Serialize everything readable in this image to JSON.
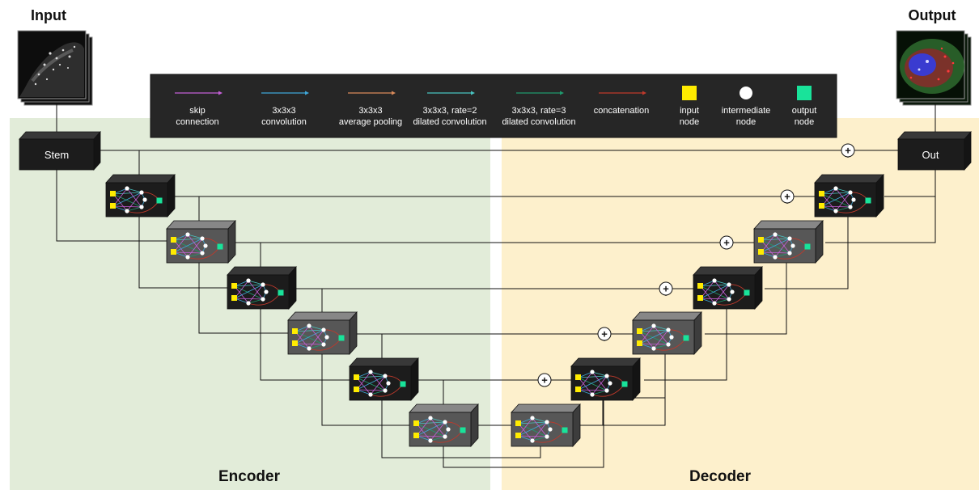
{
  "titles": {
    "input": "Input",
    "output": "Output"
  },
  "regions": {
    "encoder": "Encoder",
    "decoder": "Decoder"
  },
  "legend": {
    "items": [
      {
        "lines": [
          "skip",
          "connection"
        ],
        "color": "#c45fd6",
        "kind": "arrow"
      },
      {
        "lines": [
          "3x3x3",
          "convolution"
        ],
        "color": "#3fa7d8",
        "kind": "arrow"
      },
      {
        "lines": [
          "3x3x3",
          "average pooling"
        ],
        "color": "#d98a5a",
        "kind": "arrow"
      },
      {
        "lines": [
          "3x3x3, rate=2",
          "dilated convolution"
        ],
        "color": "#48c2c0",
        "kind": "arrow"
      },
      {
        "lines": [
          "3x3x3, rate=3",
          "dilated convolution"
        ],
        "color": "#1f9a6e",
        "kind": "arrow"
      },
      {
        "lines": [
          "concatenation"
        ],
        "color": "#c0392b",
        "kind": "arrow"
      },
      {
        "lines": [
          "input",
          "node"
        ],
        "color": "#ffeb00",
        "kind": "square"
      },
      {
        "lines": [
          "intermediate",
          "node"
        ],
        "color": "#ffffff",
        "kind": "circle"
      },
      {
        "lines": [
          "output",
          "node"
        ],
        "color": "#19e39a",
        "kind": "square"
      }
    ]
  },
  "blocks": {
    "stem": "Stem",
    "out": "Out"
  },
  "sum_symbol": "+",
  "colors": {
    "encoder_bg": "#e2ecd9",
    "decoder_bg": "#fdf0cc",
    "legend_bg": "#262626",
    "dark_block": "#1c1c1c",
    "grey_block": "#575757"
  }
}
